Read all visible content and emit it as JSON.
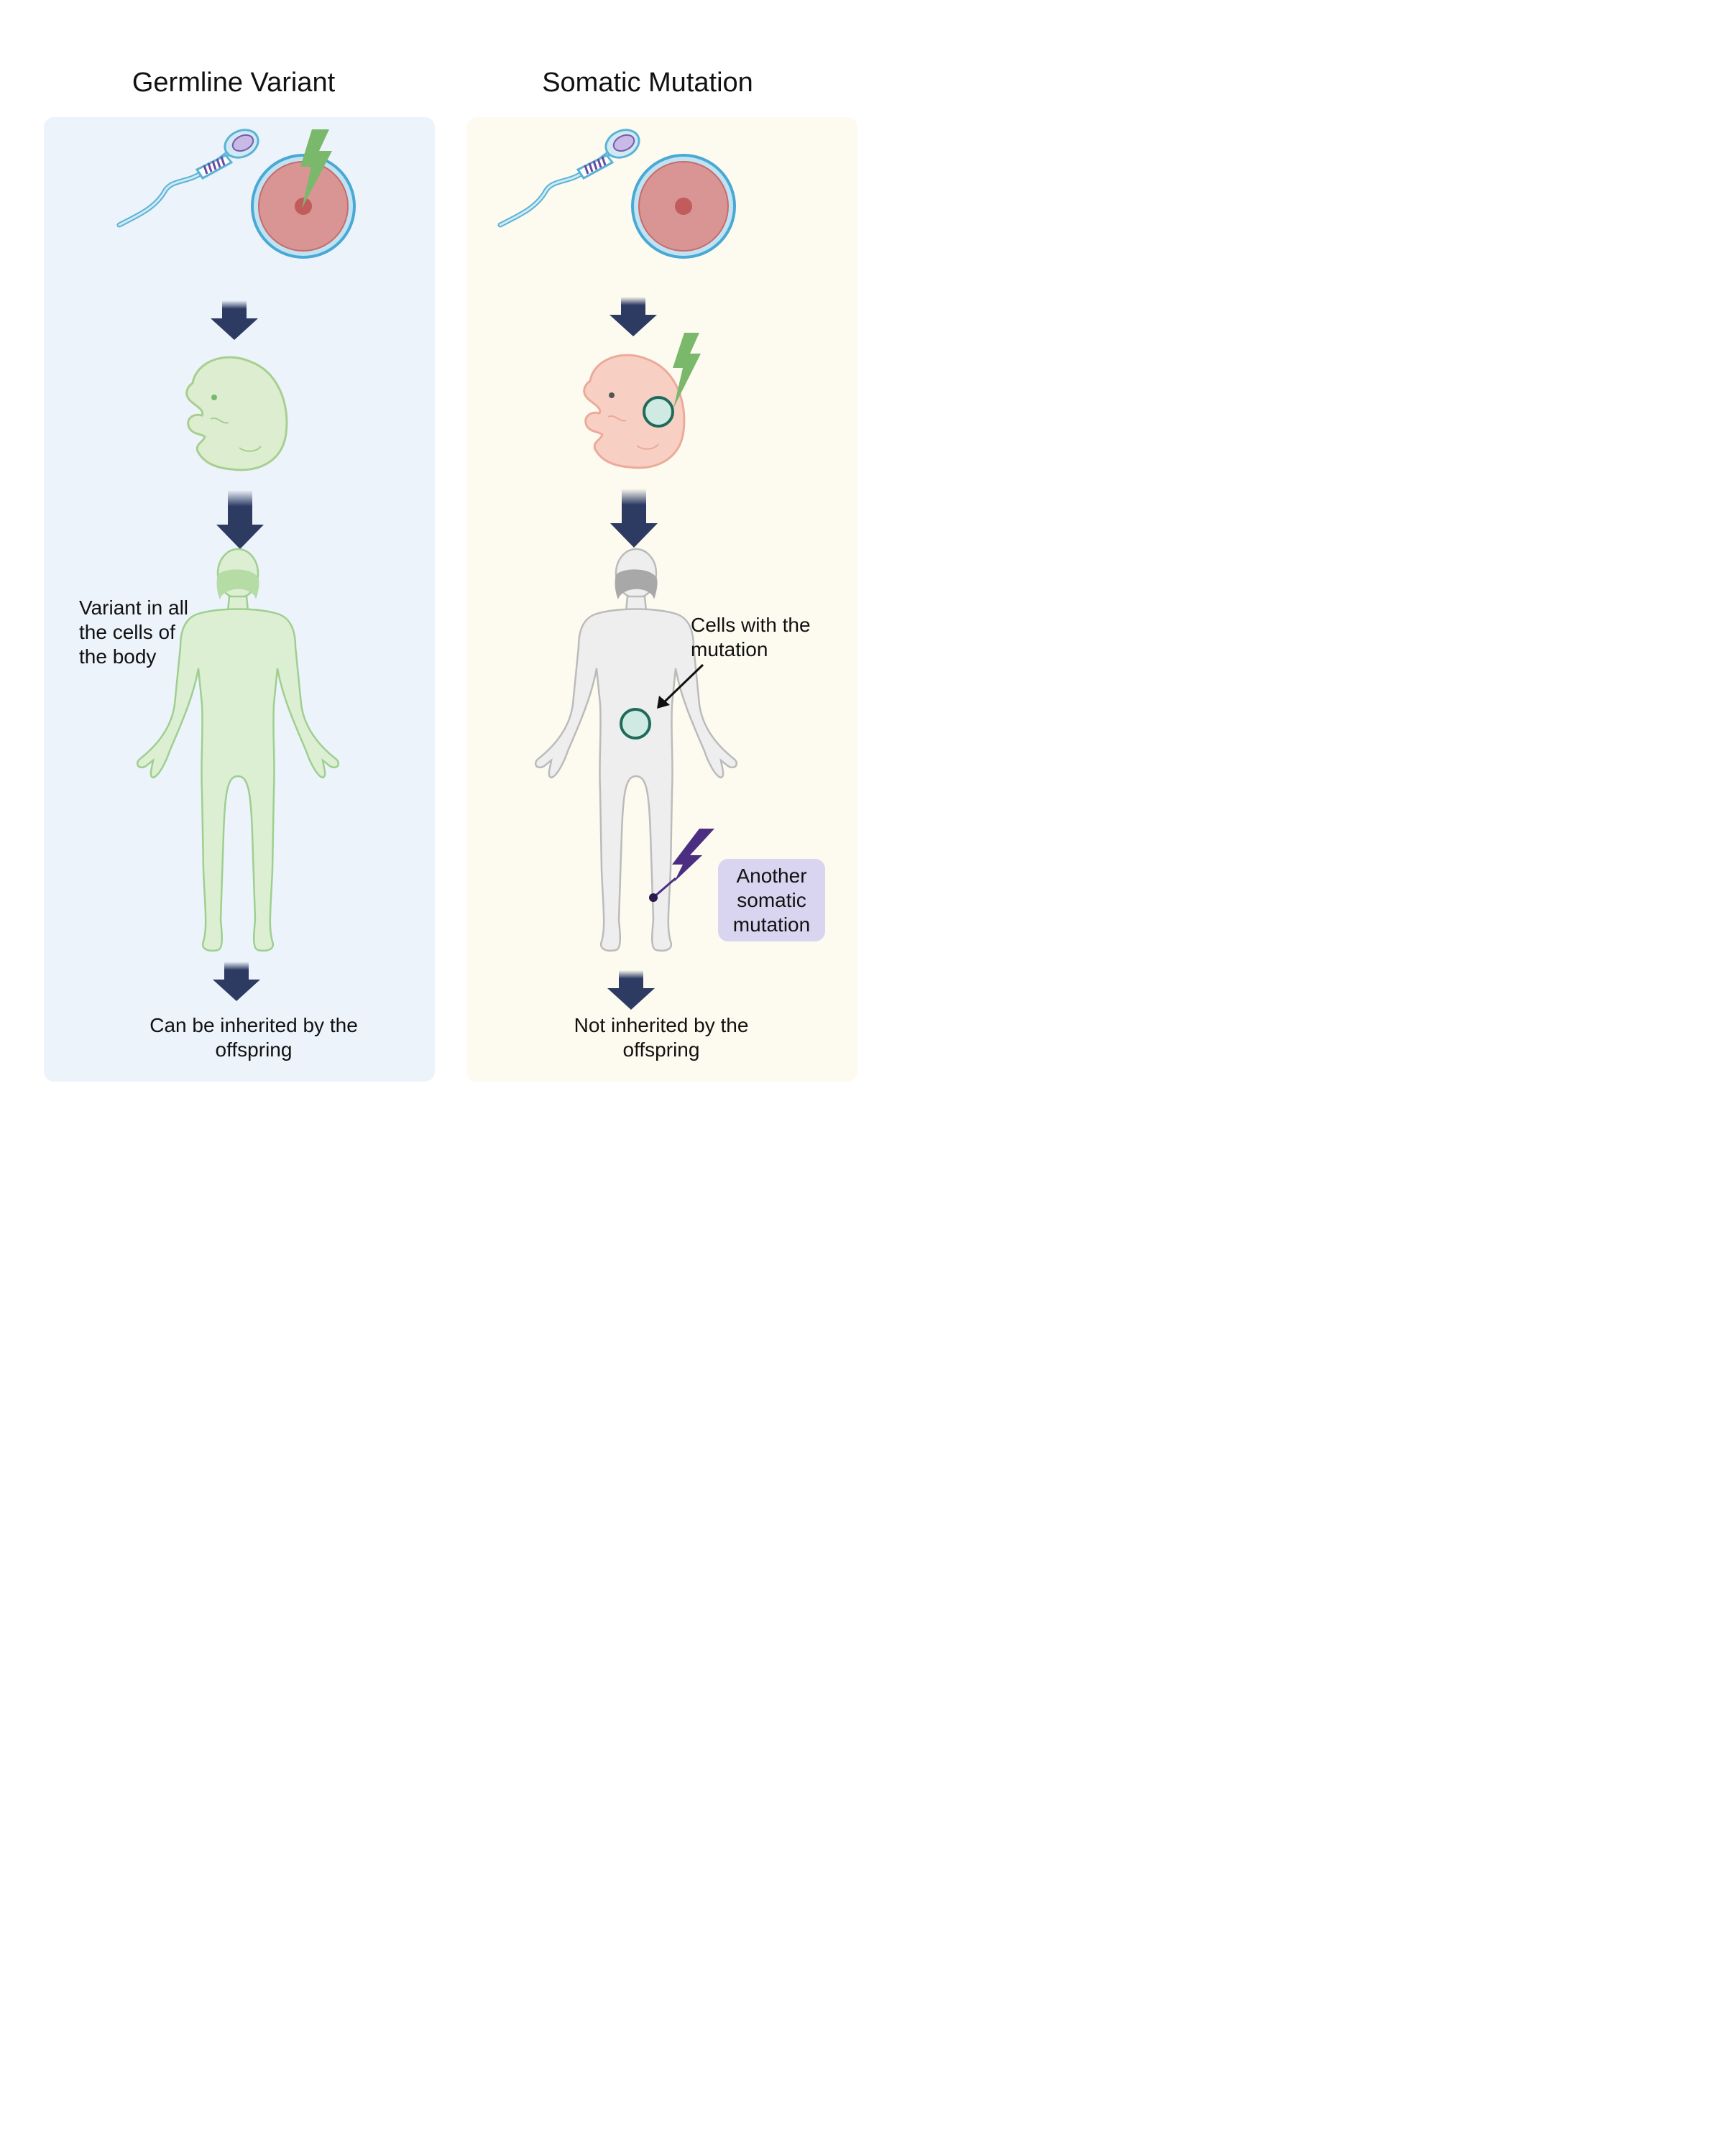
{
  "columns": {
    "germline": {
      "title": "Germline Variant",
      "body_label": "Variant in all the cells of the body",
      "outcome": "Can be inherited by the offspring"
    },
    "somatic": {
      "title": "Somatic Mutation",
      "callout": "Cells with the mutation",
      "other_mutation": "Another somatic mutation",
      "outcome": "Not inherited by the offspring"
    }
  },
  "colors": {
    "germline_panel": "#ecf3fb",
    "somatic_panel": "#fdfbf0",
    "arrow": "#2d3b63",
    "lightning_green": "#7ab86b",
    "lightning_purple": "#4b2e82",
    "embryo_green": "#dcedd0",
    "embryo_pink": "#f8cfc3",
    "body_green": "#dcefd3",
    "body_grey": "#eeeeee",
    "mutation_cells": "#cfe9e3"
  },
  "icons": [
    "sperm-icon",
    "egg-cell-icon",
    "lightning-icon",
    "embryo-icon",
    "human-body-icon",
    "down-arrow-icon"
  ]
}
